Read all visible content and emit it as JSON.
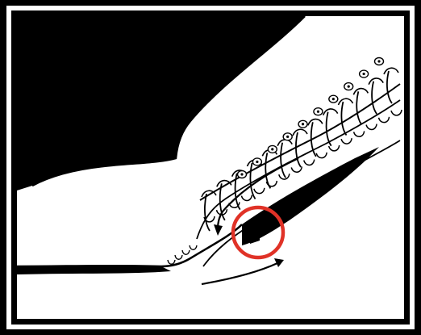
{
  "figure": {
    "title": "",
    "caption": "",
    "colors": {
      "frame": "#000000",
      "background_fill": "#000000",
      "panel": "#ffffff",
      "outline": "#000000",
      "highlight_ring": "#e03227"
    },
    "elements": [
      {
        "name": "anatomical-line-drawing",
        "text": ""
      },
      {
        "name": "curved-arrow-upper",
        "text": ""
      },
      {
        "name": "curved-arrow-lower",
        "text": ""
      },
      {
        "name": "highlight-circle",
        "text": ""
      }
    ]
  }
}
